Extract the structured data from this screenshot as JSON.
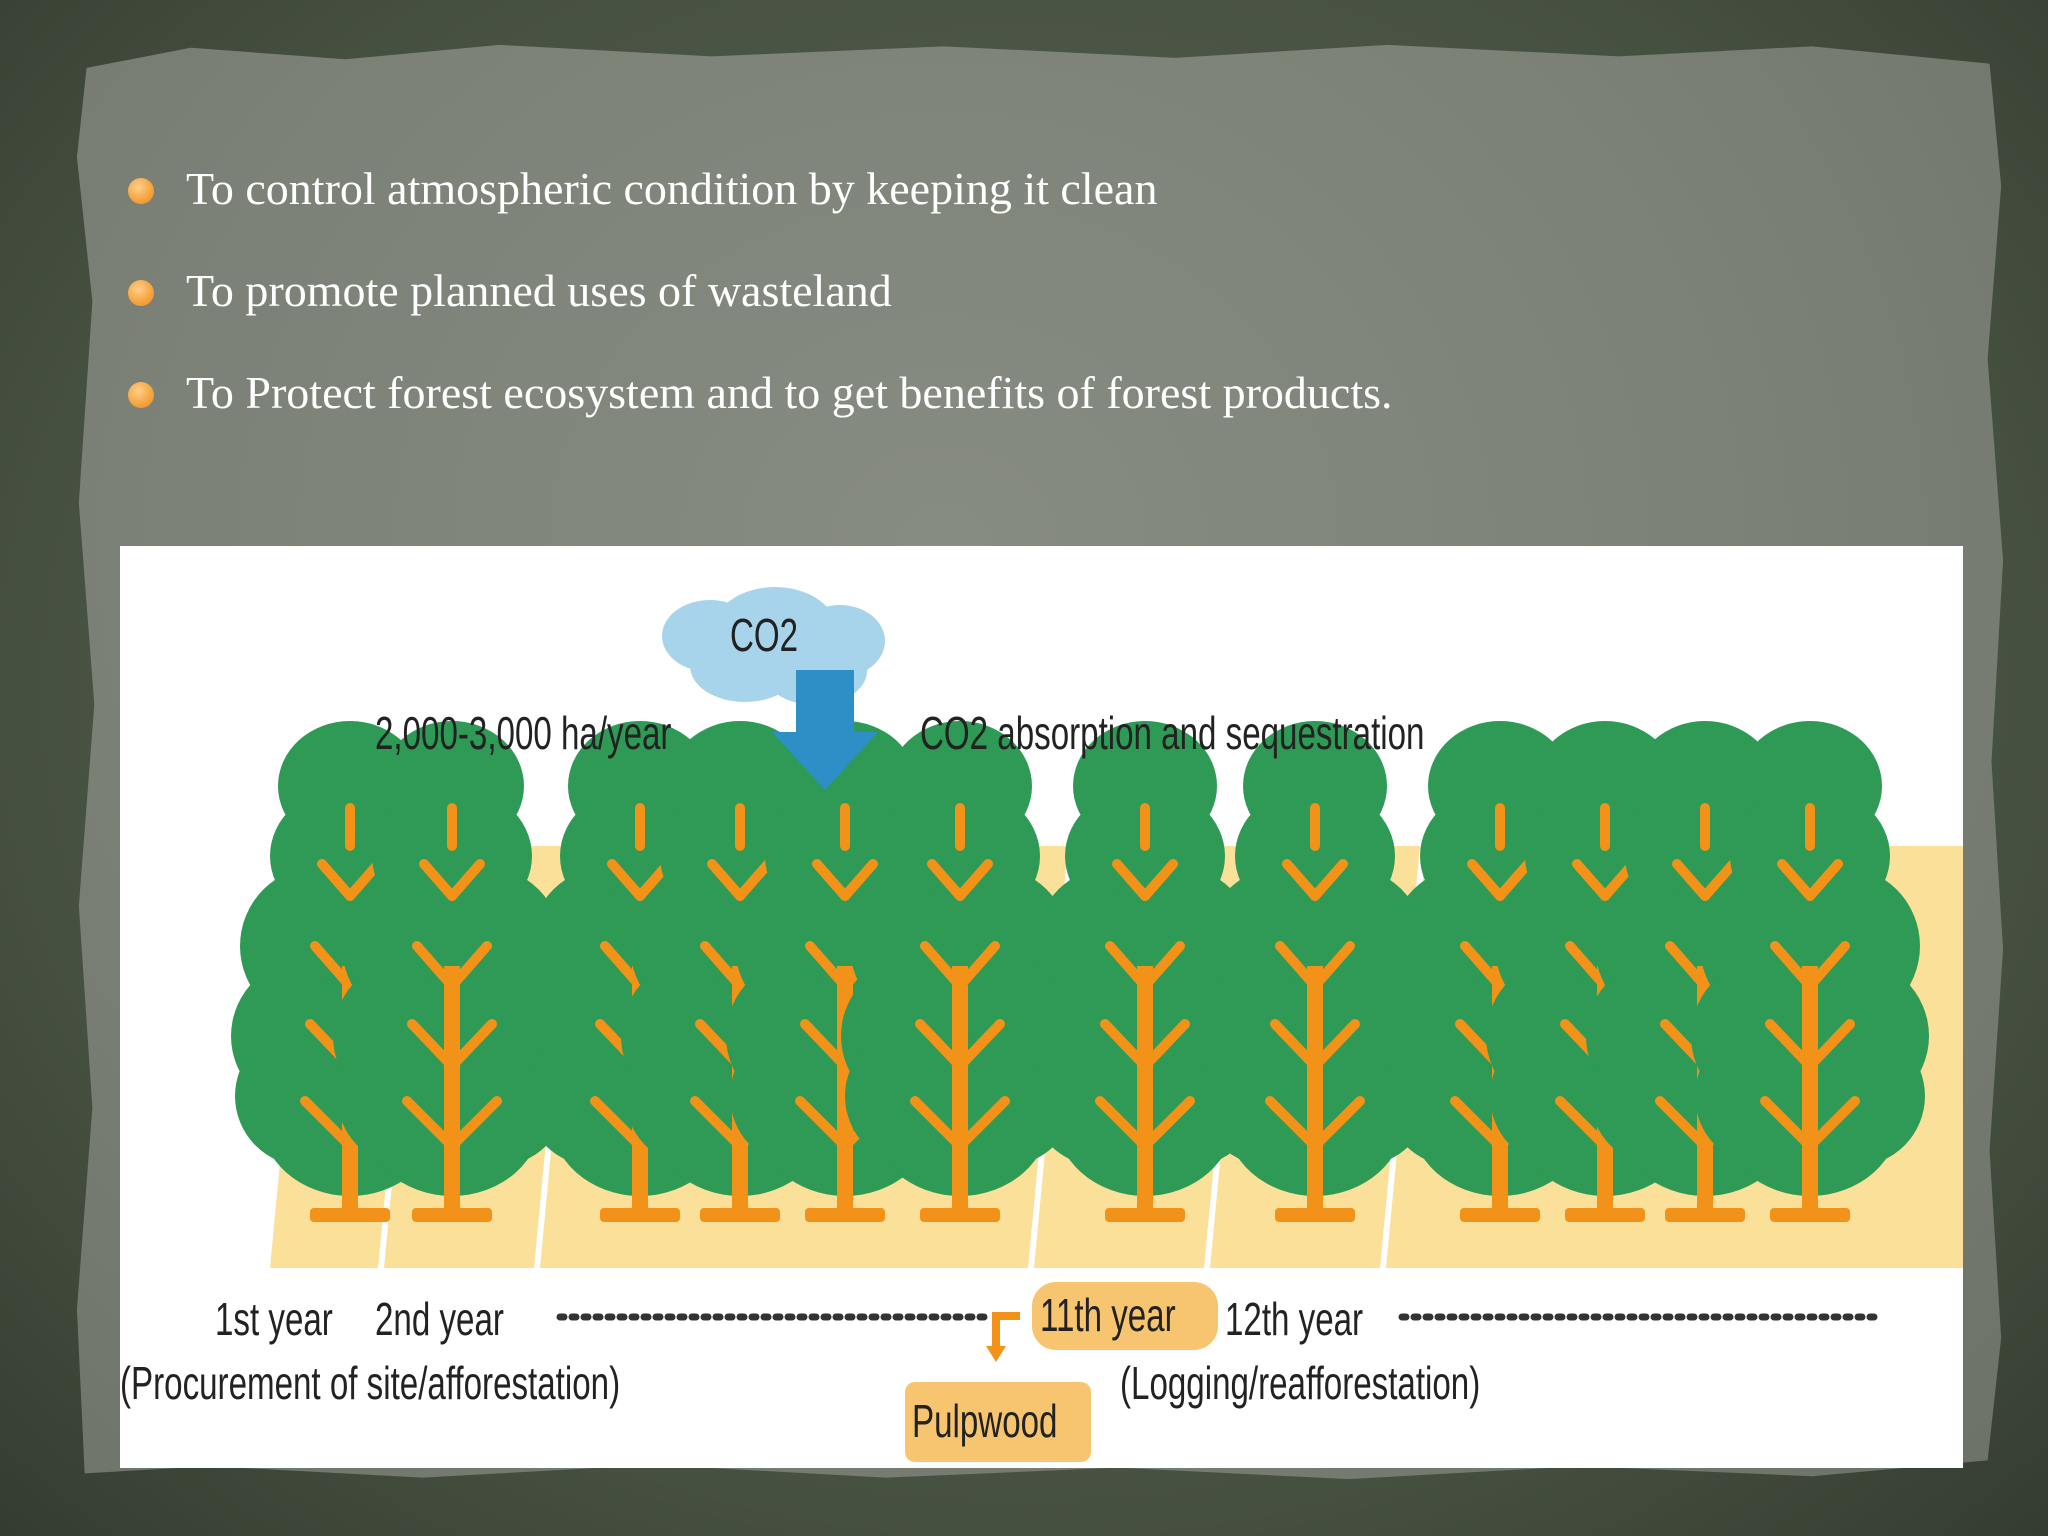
{
  "bullets": [
    "To control atmospheric condition by keeping it clean",
    "To promote planned uses of wasteland",
    "To Protect forest ecosystem and to get benefits of forest products."
  ],
  "colors": {
    "bullet": "#f5a23c",
    "tree_canopy": "#2e9a55",
    "tree_trunk": "#f29218",
    "ground": "#fbe09a",
    "cloud": "#a7d4ea",
    "arrow": "#2e8fc7",
    "highlight": "#f7c56f"
  },
  "diagram": {
    "cloud_label": "CO2",
    "area_rate": "2,000-3,000 ha/year",
    "absorption": "CO2 absorption and sequestration",
    "year1": "1st year",
    "year2": "2nd year",
    "year11": "11th year",
    "year12": "12th year",
    "procurement": "(Procurement of site/afforestation)",
    "logging": "(Logging/reafforestation)",
    "pulpwood": "Pulpwood"
  }
}
